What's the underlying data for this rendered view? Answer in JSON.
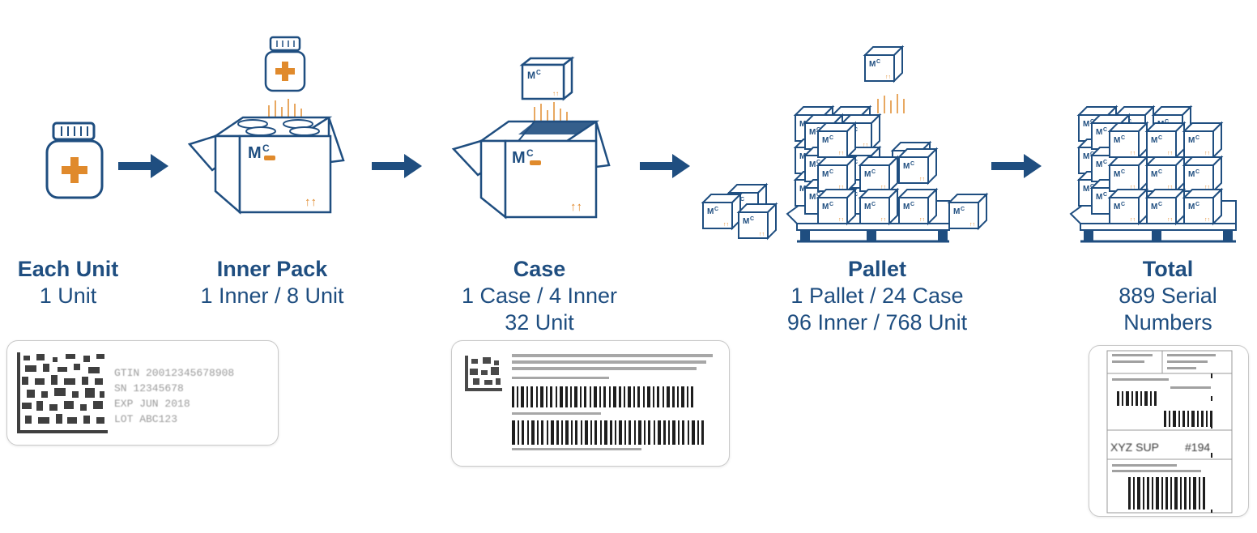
{
  "colors": {
    "brand_blue": "#1f4e80",
    "accent_orange": "#e08a2c",
    "card_border": "#c9c9c9"
  },
  "stages": [
    {
      "id": "each-unit",
      "title": "Each Unit",
      "lines": [
        "1 Unit"
      ]
    },
    {
      "id": "inner-pack",
      "title": "Inner Pack",
      "lines": [
        "1 Inner / 8 Unit"
      ]
    },
    {
      "id": "case",
      "title": "Case",
      "lines": [
        "1 Case / 4 Inner",
        "32 Unit"
      ]
    },
    {
      "id": "pallet",
      "title": "Pallet",
      "lines": [
        "1 Pallet / 24 Case",
        "96 Inner / 768 Unit"
      ]
    },
    {
      "id": "total",
      "title": "Total",
      "lines": [
        "889 Serial",
        "Numbers"
      ]
    }
  ],
  "brand_mark": "MC",
  "labels": {
    "unit_label": {
      "gtin": "GTIN 20012345678908",
      "sn": "SN 12345678",
      "exp": "EXP JUN 2018",
      "lot": "LOT ABC123"
    },
    "pallet_label": {
      "supplier": "XYZ SUP",
      "code": "#194"
    }
  }
}
